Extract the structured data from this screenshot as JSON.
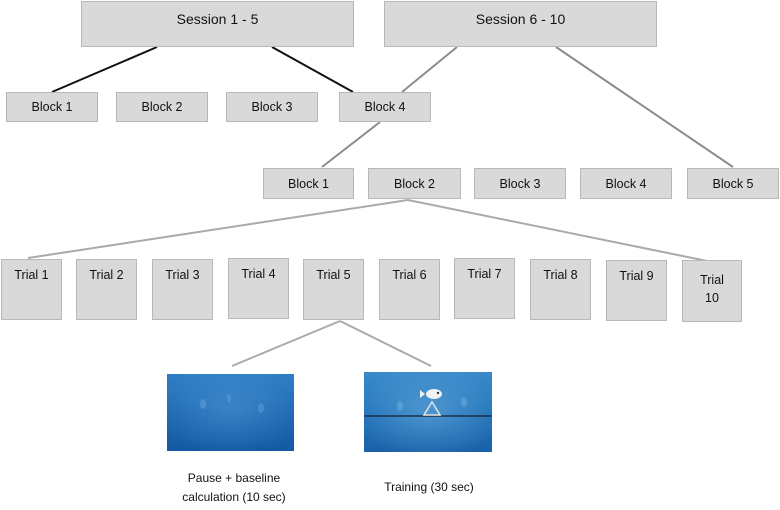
{
  "sessions": [
    "Session 1 - 5",
    "Session 6 - 10"
  ],
  "blocks_top": [
    "Block 1",
    "Block 2",
    "Block 3",
    "Block 4"
  ],
  "blocks_mid": [
    "Block 1",
    "Block 2",
    "Block 3",
    "Block 4",
    "Block 5"
  ],
  "trials": [
    "Trial 1",
    "Trial 2",
    "Trial 3",
    "Trial 4",
    "Trial 5",
    "Trial 6",
    "Trial 7",
    "Trial 8",
    "Trial 9"
  ],
  "trial10": {
    "line1": "Trial",
    "line2": "10"
  },
  "phases": {
    "pause_line1": "Pause + baseline",
    "pause_line2": "calculation  (10 sec)",
    "training": "Training (30 sec)"
  },
  "colors": {
    "box_fill": "#d9d9d9",
    "box_border": "#b8b8b8",
    "line_dark": "#111111",
    "line_gray": "#8c8c8c",
    "water": "#1a63ad"
  }
}
